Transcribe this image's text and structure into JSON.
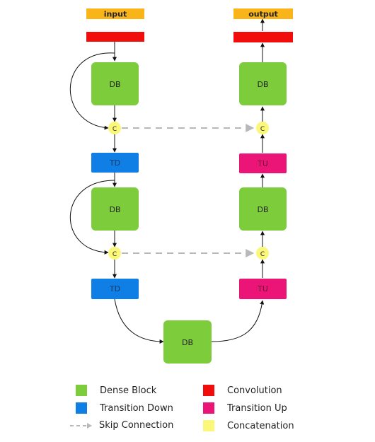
{
  "nodes": {
    "input_label": "input",
    "output_label": "output",
    "dense_block_label": "DB",
    "transition_down_label": "TD",
    "transition_up_label": "TU",
    "concat_label": "C"
  },
  "legend": {
    "dense_block": "Dense Block",
    "transition_down": "Transition Down",
    "skip_connection": "Skip Connection",
    "convolution": "Convolution",
    "transition_up": "Transition Up",
    "concatenation": "Concatenation"
  },
  "colors": {
    "io": "#f8b418",
    "convolution": "#f20d0d",
    "dense_block": "#7dcc3c",
    "transition_down": "#0f7fe6",
    "transition_up": "#eb1578",
    "concatenation": "#faf77a",
    "skip": "#b8b8b8"
  }
}
